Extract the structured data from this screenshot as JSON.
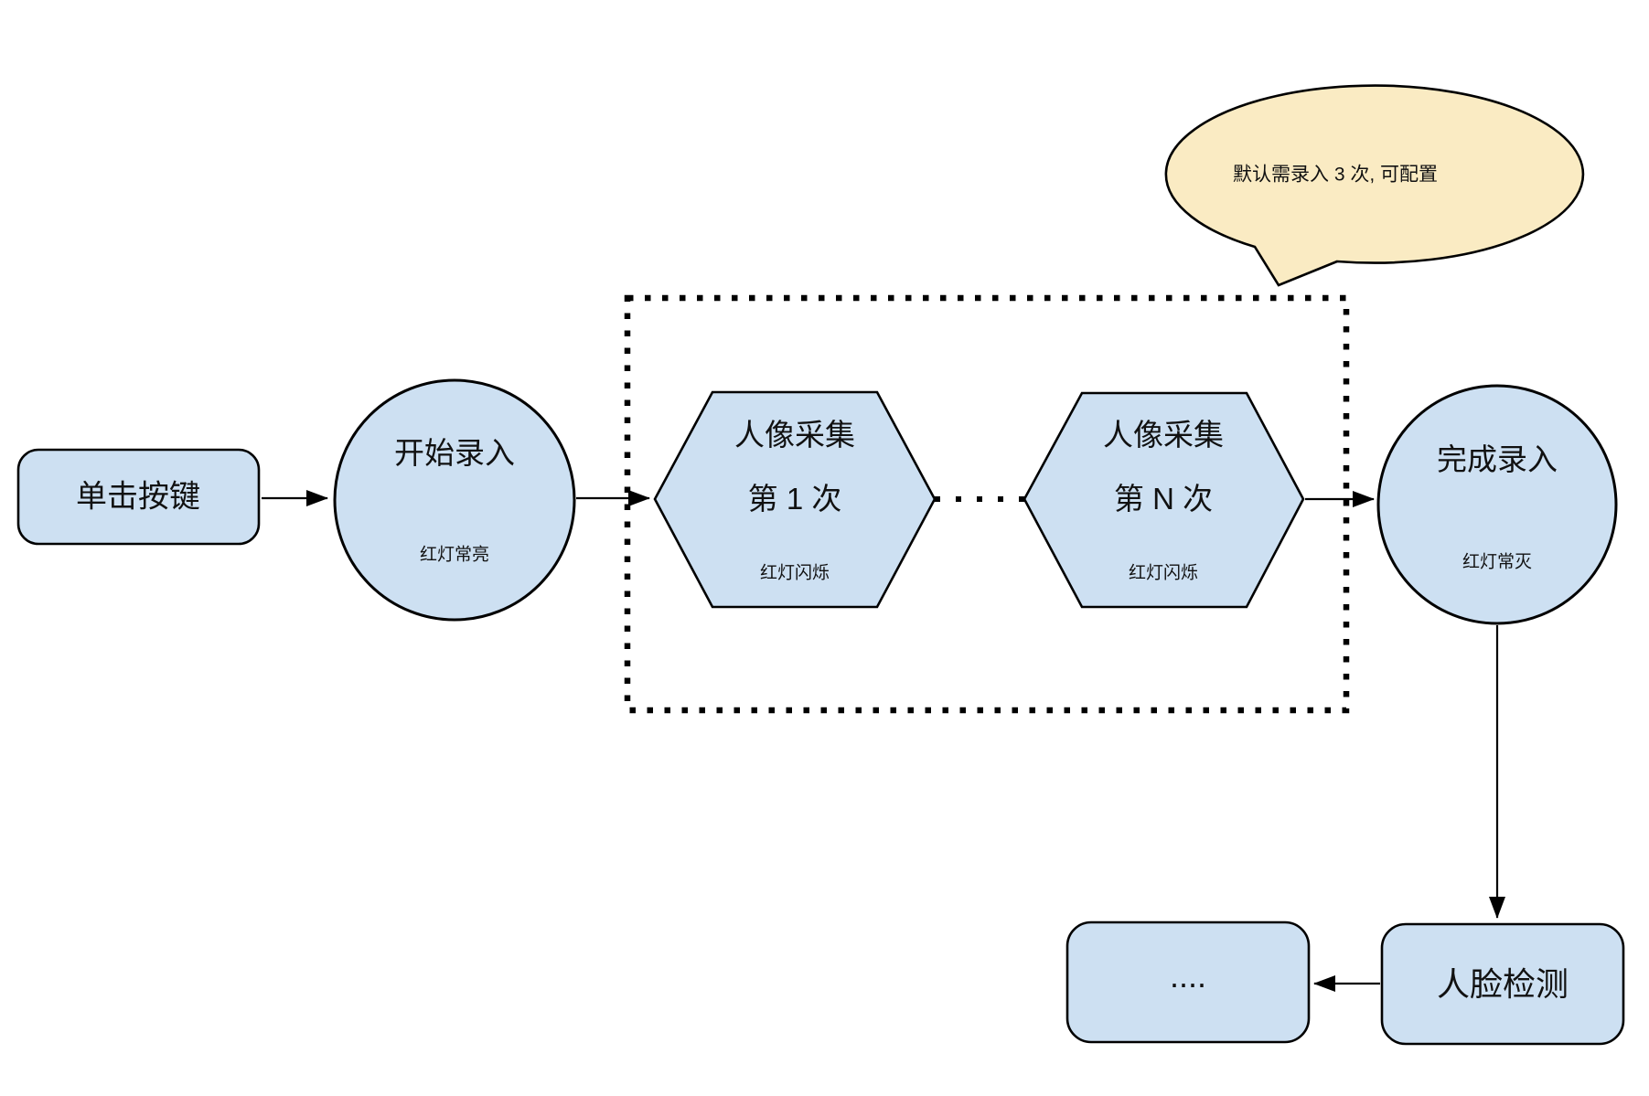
{
  "colors": {
    "node_fill": "#CDE0F2",
    "node_stroke": "#000000",
    "callout_fill": "#FAEBC3",
    "callout_stroke": "#000000",
    "connector": "#000000"
  },
  "nodes": {
    "click": {
      "label": "单击按键"
    },
    "start": {
      "title": "开始录入",
      "status": "红灯常亮"
    },
    "capture1": {
      "line1": "人像采集",
      "line2": "第 1 次",
      "status": "红灯闪烁"
    },
    "captureN": {
      "line1": "人像采集",
      "line2": "第 N 次",
      "status": "红灯闪烁"
    },
    "finish": {
      "title": "完成录入",
      "status": "红灯常灭"
    },
    "faceDetect": {
      "label": "人脸检测"
    },
    "more": {
      "label": "...."
    }
  },
  "callout": {
    "text": "默认需录入 3 次, 可配置"
  }
}
